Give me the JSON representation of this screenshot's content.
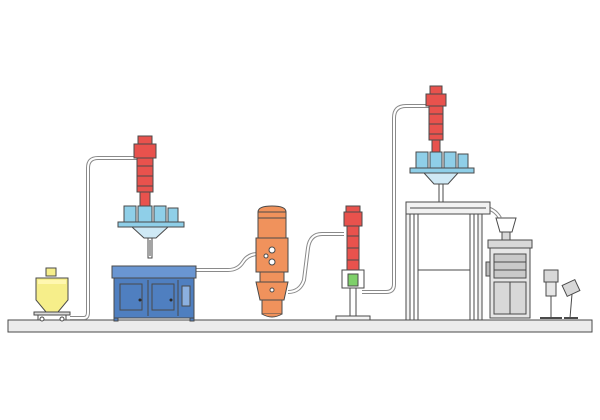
{
  "scene": {
    "description_visible_text": "",
    "colors": {
      "pipe": "#8a8a8a",
      "outline": "#4a4a4a",
      "floor": "#ececec",
      "sieve_red": "#e8524d",
      "receiver_blue": "#8fcfe8",
      "bin_yellow": "#f6ee8a",
      "mixer_blue": "#4f7fc0",
      "dryer_orange": "#f0925c",
      "green_coupling": "#7ed06a",
      "press_grey": "#d8d8d8"
    }
  },
  "equipment": [
    {
      "id": "ibc-bin",
      "icon": "ibc-bin-icon"
    },
    {
      "id": "vacuum-conveyor-1",
      "icon": "vacuum-conveyor-icon"
    },
    {
      "id": "high-shear-mixer",
      "icon": "mixer-icon"
    },
    {
      "id": "fluid-bed-dryer",
      "icon": "dryer-icon"
    },
    {
      "id": "inline-mill",
      "icon": "mill-icon"
    },
    {
      "id": "vacuum-conveyor-2",
      "icon": "vacuum-conveyor-icon"
    },
    {
      "id": "platform",
      "icon": "platform-icon"
    },
    {
      "id": "tablet-press",
      "icon": "tablet-press-icon"
    },
    {
      "id": "deduster",
      "icon": "deduster-icon"
    },
    {
      "id": "metal-detector",
      "icon": "metal-detector-icon"
    }
  ]
}
